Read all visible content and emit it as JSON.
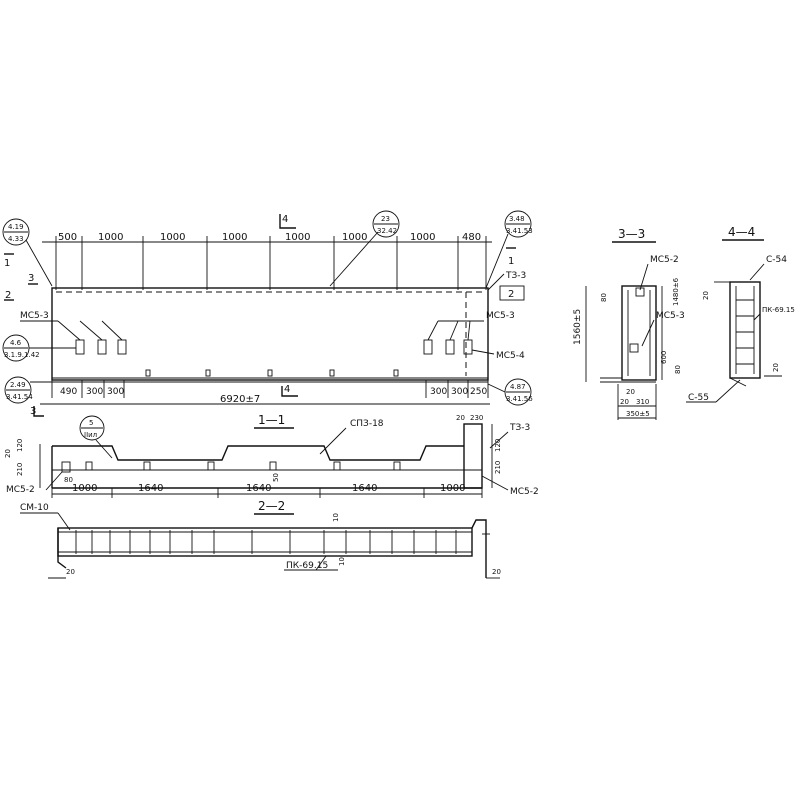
{
  "plan": {
    "top_dims": [
      "500",
      "1000",
      "1000",
      "1000",
      "1000",
      "1000",
      "1000",
      "480"
    ],
    "section4_num": "4",
    "callout_left": {
      "top": "4.19",
      "bottom": "4.33"
    },
    "callout_mid": {
      "top": "23",
      "bottom": "32.42"
    },
    "callout_right": {
      "top": "3.48",
      "bottom": "3.41.53"
    },
    "callout_lm": {
      "top": "4.6",
      "bottom": "3.1.9.1.42"
    },
    "callout_lb": {
      "top": "2.49",
      "bottom": "3.41.54"
    },
    "callout_rb": {
      "top": "4.87",
      "bottom": "3.41.56"
    },
    "sec1": "1",
    "sec2": "2",
    "sec3": "3",
    "t3_label": "ТЗ-3",
    "mcs3_left": "МС5-3",
    "mcs3_right": "МС5-3",
    "mcs4": "МС5-4",
    "bot_dims_left": [
      "490",
      "300",
      "300"
    ],
    "bot_dims_right": [
      "300",
      "300",
      "250"
    ],
    "total": "6920±7"
  },
  "section11": {
    "title": "1—1",
    "callout": {
      "top": "5",
      "bottom": "IIил"
    },
    "spz": "СПЗ-18",
    "t3": "ТЗ-3",
    "mcs2_left": "МС5-2",
    "mcs2_right": "МС5-2",
    "dims": [
      "1000",
      "1640",
      "1640",
      "1640",
      "1000"
    ],
    "left_vert": [
      "20",
      "210",
      "120"
    ],
    "right_top": [
      "20",
      "230"
    ],
    "right_vert": [
      "210",
      "120"
    ],
    "d80": "80",
    "d50": "50"
  },
  "section22": {
    "title": "2—2",
    "cm10": "СМ-10",
    "pk": "ПК-69.15",
    "d10a": "10",
    "d10b": "10",
    "d20l": "20",
    "d20r": "20"
  },
  "section33": {
    "title": "3—3",
    "mcs2": "МС5-2",
    "mcs3": "МС5-3",
    "height": "1560±5",
    "v80a": "80",
    "v1480": "1480±6",
    "v600": "600",
    "v80b": "80",
    "b20": "20",
    "b20b": "20",
    "b310": "310",
    "b350": "350±5"
  },
  "section44": {
    "title": "4—4",
    "c54": "С-54",
    "pk": "ПК-69.15",
    "c55": "С-55",
    "v20": "20",
    "v20b": "20"
  }
}
